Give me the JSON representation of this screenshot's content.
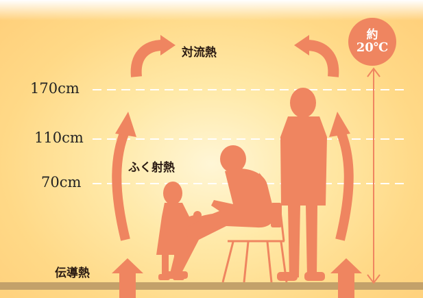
{
  "heights": [
    "170cm",
    "110cm",
    "70cm"
  ],
  "labels": {
    "convection": "対流熱",
    "radiation": "ふく射熱",
    "conduction": "伝導熱"
  },
  "temperature": {
    "prefix": "約",
    "value": "20℃"
  },
  "colors": {
    "accent": "#ef8560",
    "floor": "#c3a16a",
    "background": "#ffd987"
  }
}
